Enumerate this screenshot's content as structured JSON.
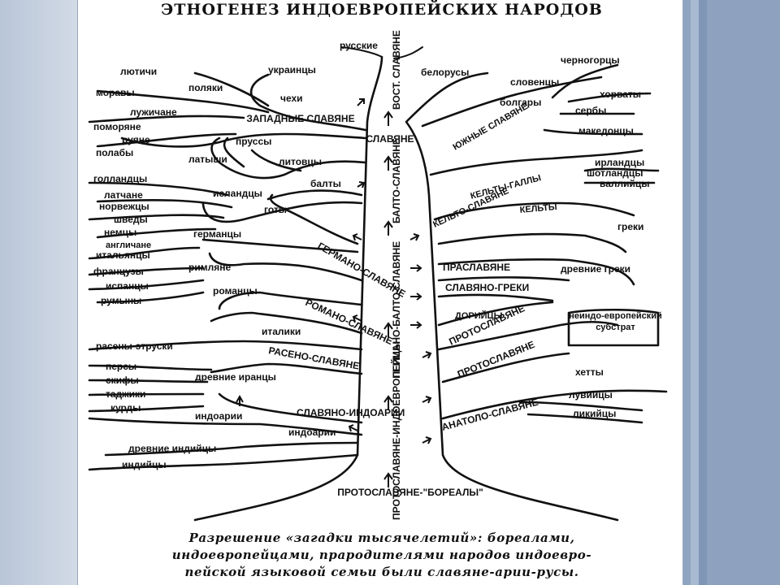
{
  "title": "ЭТНОГЕНЕЗ ИНДОЕВРОПЕЙСКИХ НАРОДОВ",
  "trunk_labels": [
    "ПРОТОСЛАВЯНЕ-\"БОРЕАЛЫ\"",
    "ПРОТОСЛАВЯНЕ-ИНДОЕВРОПЕЙЦЫ",
    "ГЕРМАНО-БАЛТО-СЛАВЯНЕ",
    "БАЛТО-СЛАВЯНЕ",
    "ВОСТ. СЛАВЯНЕ"
  ],
  "left_groups": [
    "ЗАПАДНЫЕ СЛАВЯНЕ",
    "СЛАВЯНЕ",
    "ГЕРМАНО-СЛАВЯНЕ",
    "РОМАНО-СЛАВЯНЕ",
    "РАСЕНО-СЛАВЯНЕ",
    "СЛАВЯНО-ИНДОАРИИ"
  ],
  "right_groups": [
    "ЮЖНЫЕ СЛАВЯНЕ",
    "КЕЛЬТО-СЛАВЯНЕ",
    "КЕЛЬТЫ-ГАЛЛЫ",
    "КЕЛЬТЫ",
    "ПРАСЛАВЯНЕ",
    "СЛАВЯНО-ГРЕКИ",
    "ДОРИЙЦЫ",
    "ПРОТОСЛАВЯНЕ",
    "ПРОТОСЛАВЯНЕ",
    "АНАТОЛО-СЛАВЯНЕ"
  ],
  "peoples_left": [
    "лютичи",
    "поляки",
    "моравы",
    "лужичане",
    "поморяне",
    "руяне",
    "полабы",
    "чехи",
    "украинцы",
    "русские",
    "пруссы",
    "латыши",
    "литовцы",
    "балты",
    "голландцы",
    "латчане",
    "норвежцы",
    "шведы",
    "немцы",
    "исландцы",
    "готы",
    "англичане",
    "итальянцы",
    "германцы",
    "французы",
    "римляне",
    "испанцы",
    "румыны",
    "романцы",
    "италики",
    "расены-этруски",
    "персы",
    "скифы",
    "таджики",
    "курды",
    "древние иранцы",
    "индоарии",
    "древние индийцы",
    "индийцы"
  ],
  "peoples_right": [
    "белорусы",
    "черногорцы",
    "словенцы",
    "хорваты",
    "болгары",
    "сербы",
    "македонцы",
    "ирландцы",
    "шотландцы",
    "валлийцы",
    "греки",
    "древние греки",
    "неиндо-европейский субстрат",
    "хетты",
    "лувийцы",
    "ликийцы"
  ],
  "caption": [
    "Разрешение «загадки тысячелетий»: бореалами,",
    "индоевропейцами, прародителями народов индоевро-",
    "пейской языковой семьи были славяне-арии-русы."
  ]
}
